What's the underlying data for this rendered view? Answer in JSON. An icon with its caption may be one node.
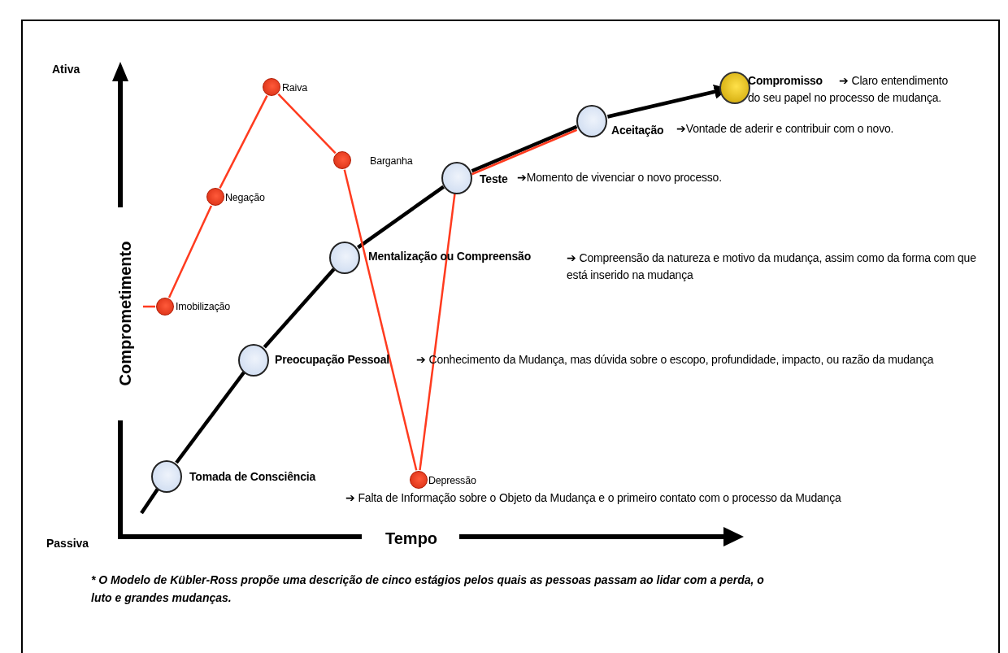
{
  "diagram": {
    "caption": "* O Modelo de Kübler-Ross propõe uma descrição de cinco estágios pelos quais as pessoas passam ao lidar com a perda, o luto e grandes mudanças.",
    "nodes": [
      {
        "text": [],
        "shape": "circle",
        "beside": [
          "Tomada de Consciência"
        ]
      },
      {
        "text": [],
        "shape": "circle",
        "beside": [
          "Preocupação Pessoal",
          "➔ Conhecimento da Mudança, mas dúvida sobre o escopo, profundidade, impacto, ou razão da mudança"
        ]
      },
      {
        "text": [],
        "shape": "circle",
        "beside": [
          "Mentalização ou Compreensão",
          "➔ Compreensão da natureza e motivo da mudança, assim como da forma com que está inserido na mudança"
        ]
      },
      {
        "text": [],
        "shape": "circle",
        "beside": [
          "Teste",
          "➔Momento de vivenciar o novo processo."
        ]
      },
      {
        "text": [],
        "shape": "circle",
        "beside": [
          "Aceitação",
          "➔Vontade de aderir e contribuir com o novo."
        ]
      },
      {
        "text": [],
        "shape": "circle",
        "beside": [
          "Compromisso",
          "➔ Claro entendimento do seu papel no processo de mudança."
        ]
      },
      {
        "text": [],
        "shape": "circle",
        "beside": [
          "Imobilização"
        ]
      },
      {
        "text": [],
        "shape": "circle",
        "beside": [
          "Negação"
        ]
      },
      {
        "text": [],
        "shape": "circle",
        "beside": [
          "Raiva"
        ]
      },
      {
        "text": [],
        "shape": "circle",
        "beside": [
          "Barganha"
        ]
      },
      {
        "text": [],
        "shape": "circle",
        "beside": [
          "Depressão"
        ]
      }
    ],
    "edges": [
      {
        "from": null,
        "to": 0,
        "arrow": "none",
        "style": "thick",
        "color": "#000000"
      },
      {
        "from": 0,
        "to": 1,
        "arrow": "none",
        "style": "thick",
        "color": "#000000"
      },
      {
        "from": 1,
        "to": 2,
        "arrow": "none",
        "style": "thick",
        "color": "#000000"
      },
      {
        "from": 2,
        "to": 3,
        "arrow": "none",
        "style": "thick",
        "color": "#000000"
      },
      {
        "from": 3,
        "to": 4,
        "arrow": "none",
        "style": "thick",
        "color": "#000000"
      },
      {
        "from": 4,
        "to": 5,
        "arrow": "to",
        "style": "thick",
        "color": "#000000"
      },
      {
        "from": null,
        "to": 6,
        "arrow": "none"
      },
      {
        "from": 6,
        "to": 7,
        "arrow": "none"
      },
      {
        "from": 7,
        "to": 8,
        "arrow": "none"
      },
      {
        "from": 8,
        "to": 9,
        "arrow": "none"
      },
      {
        "from": 9,
        "to": 10,
        "arrow": "none"
      },
      {
        "from": 10,
        "to": 3,
        "arrow": "none"
      },
      {
        "from": 3,
        "to": 4,
        "arrow": "none"
      }
    ],
    "labels": [
      "Ativa",
      "Comprometimento",
      "Passiva",
      "Tempo",
      "➔ Falta de Informação sobre o Objeto da Mudança e o primeiro contato com o processo da Mudança"
    ]
  }
}
